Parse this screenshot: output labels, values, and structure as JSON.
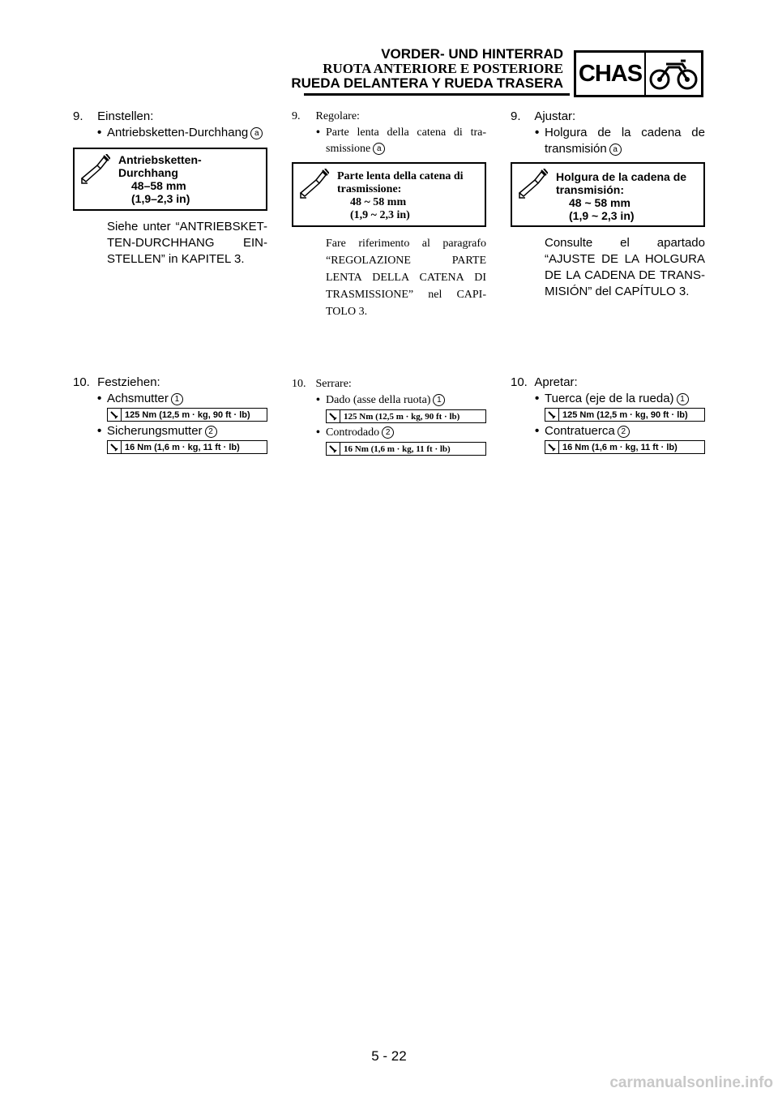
{
  "header": {
    "title_de": "VORDER- UND HINTERRAD",
    "title_it": "RUOTA ANTERIORE E POSTERIORE",
    "title_es": "RUEDA DELANTERA Y RUEDA TRASERA",
    "badge": "CHAS",
    "badge_icon": "motorcycle-icon"
  },
  "columns": {
    "de": {
      "step9": "9.",
      "step9_title": "Einstellen:",
      "step9_bullet": "Antriebsketten-Durchhang",
      "step9_mark": "a",
      "spec_label1": "Antriebsketten-",
      "spec_label2": "Durchhang",
      "spec_val1": "48–58 mm",
      "spec_val2": "(1,9–2,3 in)",
      "ref": "Siehe unter “ANTRIEBSKET-TEN-DURCHHANG EIN-STELLEN” in KAPITEL 3.",
      "step10": "10.",
      "step10_title": "Festziehen:",
      "b1": "Achsmutter",
      "b1_mark": "1",
      "t1": "125 Nm (12,5 m · kg, 90 ft · lb)",
      "b2": "Sicherungsmutter",
      "b2_mark": "2",
      "t2": "16 Nm (1,6 m · kg, 11 ft · lb)"
    },
    "it": {
      "step9": "9.",
      "step9_title": "Regolare:",
      "step9_bullet": "Parte lenta della catena di tra-smissione",
      "step9_mark": "a",
      "spec_label1": "Parte lenta della catena di",
      "spec_label2": "trasmissione:",
      "spec_val1": "48 ~ 58 mm",
      "spec_val2": "(1,9 ~ 2,3 in)",
      "ref": "Fare riferimento al paragrafo “REGOLAZIONE PARTE LENTA DELLA CATENA DI TRASMISSIONE” nel CAPI-TOLO 3.",
      "step10": "10.",
      "step10_title": "Serrare:",
      "b1": "Dado (asse della ruota)",
      "b1_mark": "1",
      "t1": "125 Nm (12,5 m · kg, 90 ft · lb)",
      "b2": "Controdado",
      "b2_mark": "2",
      "t2": "16 Nm (1,6 m · kg, 11 ft · lb)"
    },
    "es": {
      "step9": "9.",
      "step9_title": "Ajustar:",
      "step9_bullet": "Holgura de la cadena de transmisión",
      "step9_mark": "a",
      "spec_label1": "Holgura de la cadena de",
      "spec_label2": "transmisión:",
      "spec_val1": "48 ~ 58 mm",
      "spec_val2": "(1,9 ~ 2,3 in)",
      "ref": "Consulte el apartado “AJUSTE DE LA HOLGURA DE LA CADENA DE TRANS-MISIÓN” del CAPÍTULO 3.",
      "step10": "10.",
      "step10_title": "Apretar:",
      "b1": "Tuerca (eje de la rueda)",
      "b1_mark": "1",
      "t1": "125 Nm (12,5 m · kg, 90 ft · lb)",
      "b2": "Contratuerca",
      "b2_mark": "2",
      "t2": "16 Nm (1,6 m · kg, 11 ft · lb)"
    }
  },
  "page_number": "5 - 22",
  "watermark": "carmanualsonline.info"
}
